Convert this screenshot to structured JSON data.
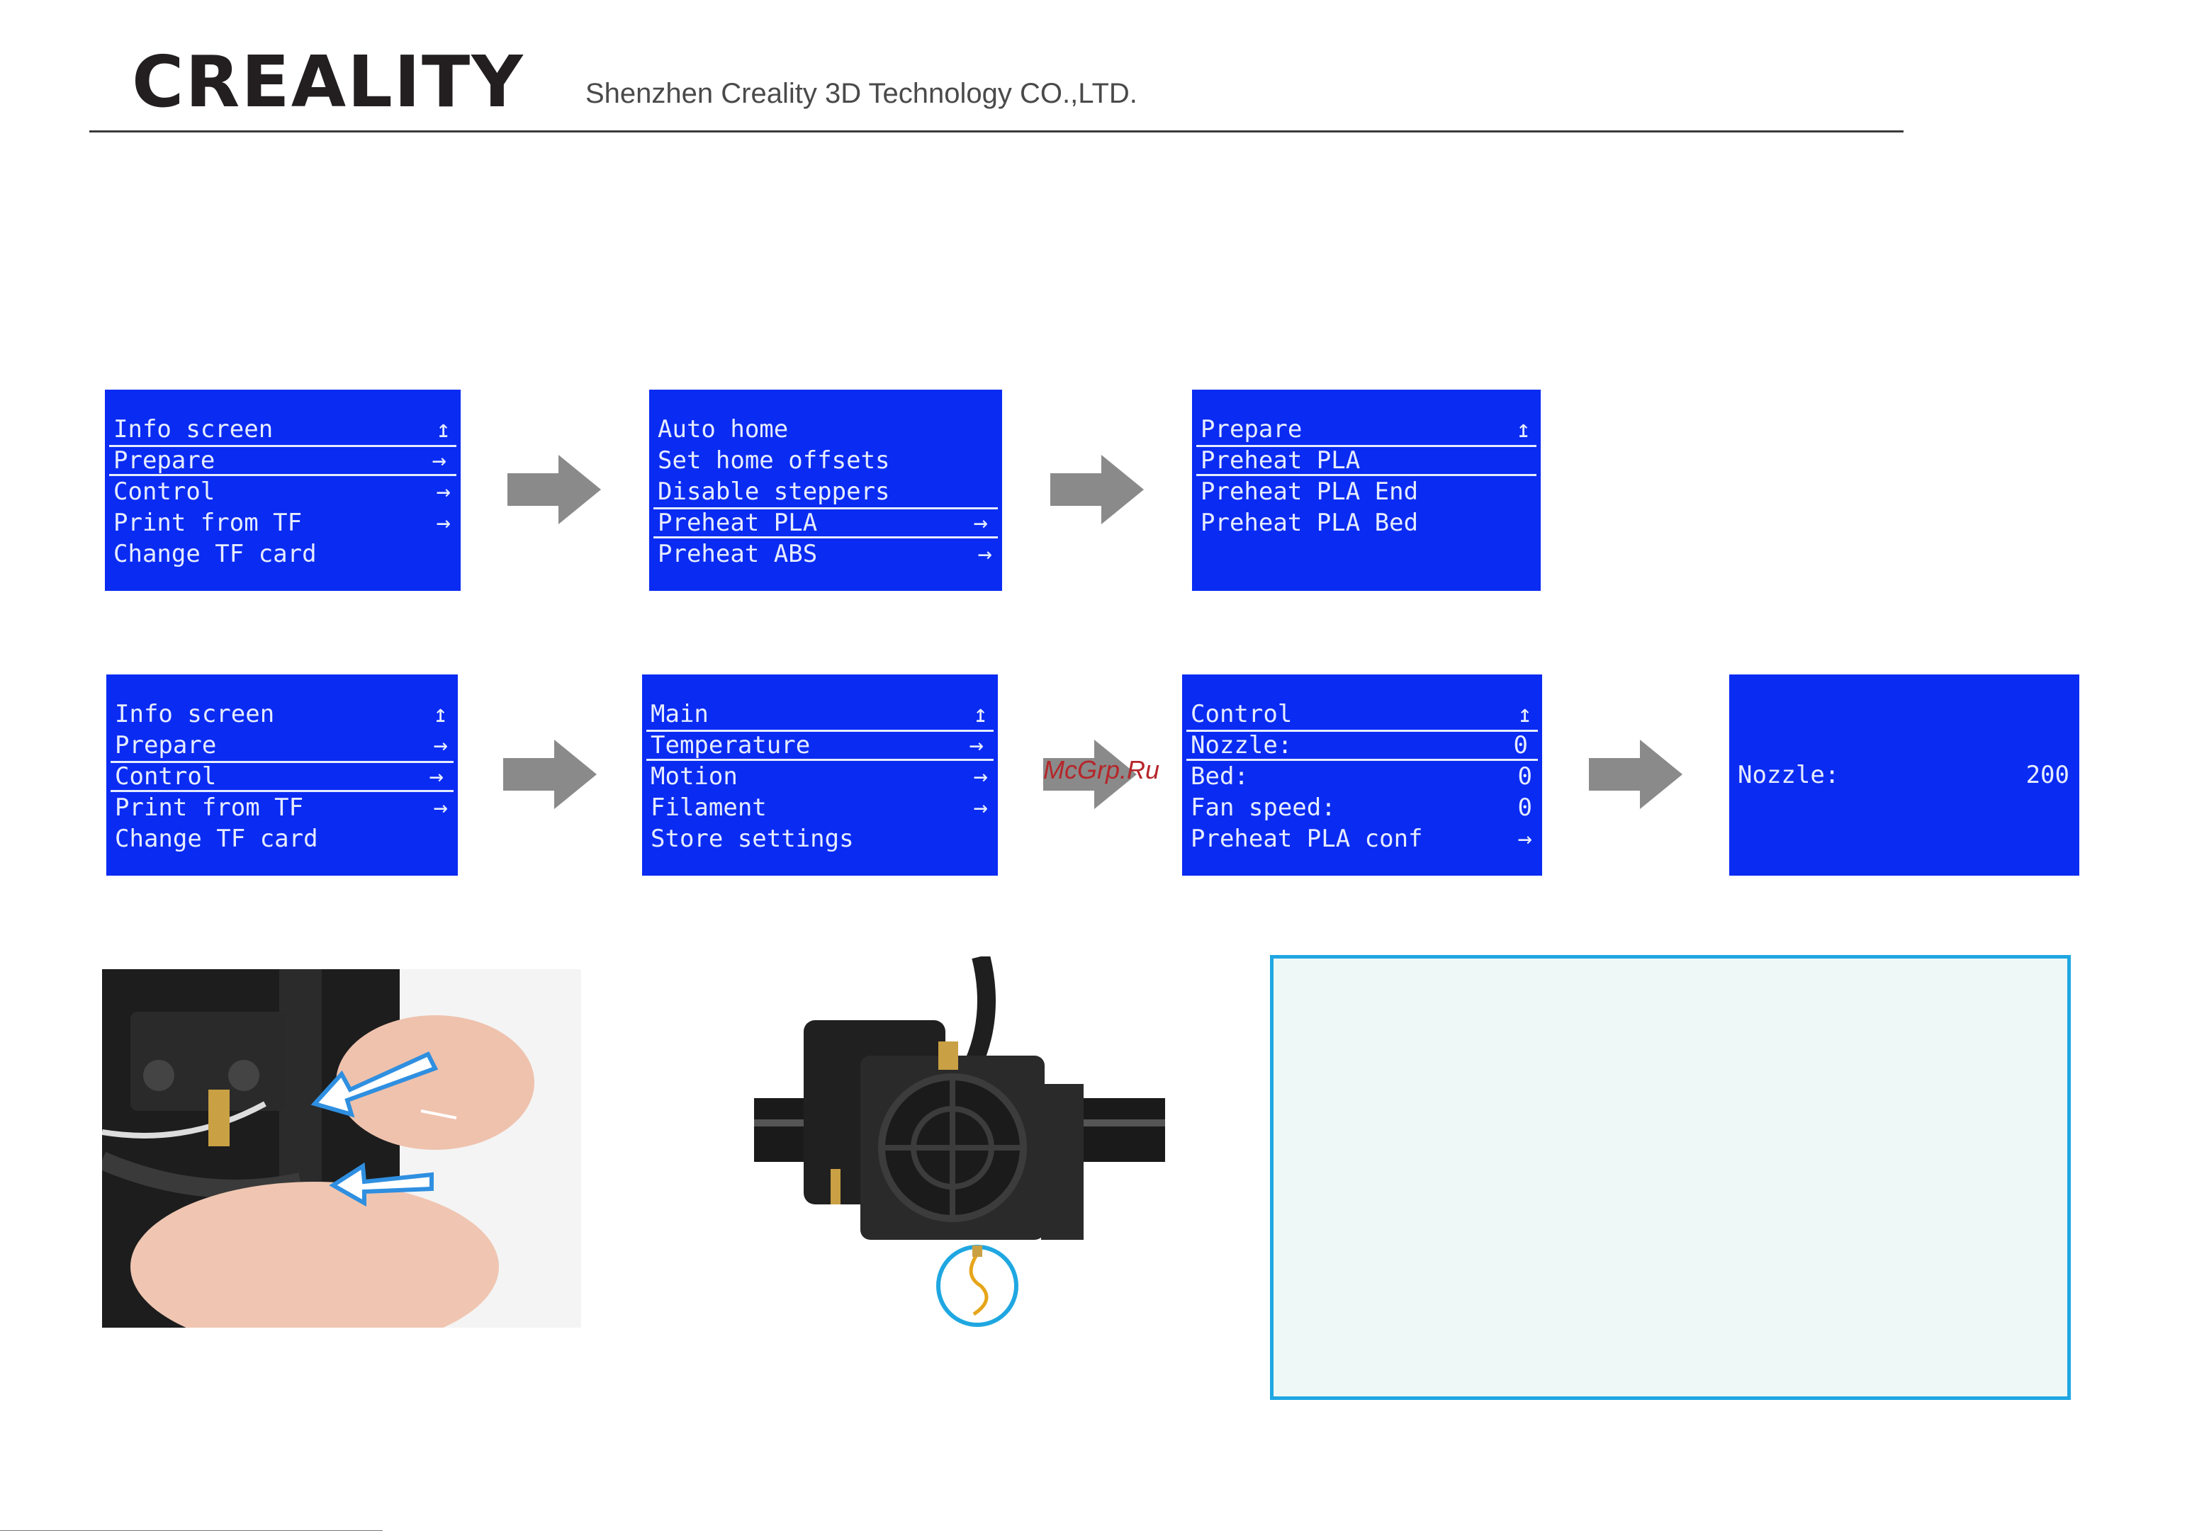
{
  "header": {
    "brand": "CREALITY",
    "company": "Shenzhen Creality 3D Technology CO.,LTD."
  },
  "colors": {
    "lcd_background": "#0a2bf2",
    "lcd_text": "#e6ecff",
    "arrow": "#8a8a8a",
    "note_border": "#1fa7e1",
    "note_fill": "#eef8f7",
    "highlight_circle": "#1fa7e1"
  },
  "flow1": {
    "screen1": [
      {
        "label": "Info screen",
        "icon": "↥"
      },
      {
        "label": "Prepare",
        "icon": "→"
      },
      {
        "label": "Control",
        "icon": "→"
      },
      {
        "label": "Print from TF",
        "icon": "→"
      },
      {
        "label": "Change TF card",
        "icon": ""
      }
    ],
    "screen2": [
      {
        "label": "Auto home",
        "icon": ""
      },
      {
        "label": "Set home offsets",
        "icon": ""
      },
      {
        "label": "Disable steppers",
        "icon": ""
      },
      {
        "label": "Preheat PLA",
        "icon": "→"
      },
      {
        "label": "Preheat ABS",
        "icon": "→"
      }
    ],
    "screen3": [
      {
        "label": "Prepare",
        "icon": "↥"
      },
      {
        "label": "Preheat PLA",
        "icon": ""
      },
      {
        "label": "Preheat PLA End",
        "icon": ""
      },
      {
        "label": "Preheat PLA Bed",
        "icon": ""
      }
    ]
  },
  "flow2": {
    "screen1": [
      {
        "label": "Info screen",
        "icon": "↥"
      },
      {
        "label": "Prepare",
        "icon": "→"
      },
      {
        "label": "Control",
        "icon": "→"
      },
      {
        "label": "Print from TF",
        "icon": "→"
      },
      {
        "label": "Change TF card",
        "icon": ""
      }
    ],
    "screen2": [
      {
        "label": "Main",
        "icon": "↥"
      },
      {
        "label": "Temperature",
        "icon": "→"
      },
      {
        "label": "Motion",
        "icon": "→"
      },
      {
        "label": "Filament",
        "icon": "→"
      },
      {
        "label": "Store settings",
        "icon": ""
      }
    ],
    "screen3": [
      {
        "label": "Control",
        "icon": "↥"
      },
      {
        "label": "Nozzle:",
        "value": "0"
      },
      {
        "label": "Bed:",
        "value": "0"
      },
      {
        "label": "Fan speed:",
        "value": "0"
      },
      {
        "label": "Preheat PLA conf",
        "icon": "→"
      }
    ],
    "screen4": {
      "label": "Nozzle:",
      "value": "200"
    }
  },
  "watermark": "McGrp.Ru"
}
